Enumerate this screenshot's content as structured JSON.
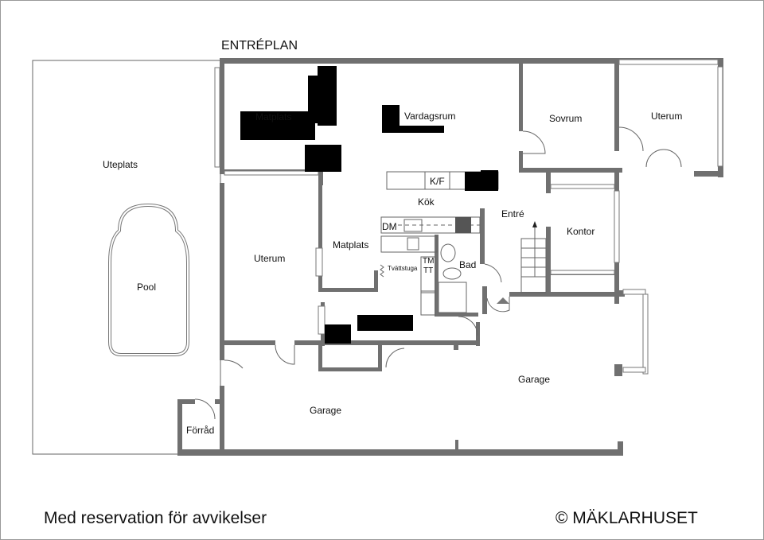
{
  "plan_title": "ENTRÉPLAN",
  "rooms": {
    "matplats_top": "Matplats",
    "vardagsrum": "Vardagsrum",
    "sovrum": "Sovrum",
    "uterum_right": "Uterum",
    "uteplats": "Uteplats",
    "pool": "Pool",
    "kf": "K/F",
    "kok": "Kök",
    "entre": "Entré",
    "kontor": "Kontor",
    "dm": "DM",
    "matplats_mid": "Matplats",
    "uterum_left": "Uterum",
    "tvattstuga": "Tvättstuga",
    "tm": "TM",
    "tt": "TT",
    "bad": "Bad",
    "garage_left": "Garage",
    "garage_right": "Garage",
    "forrad": "Förråd"
  },
  "footer": {
    "disclaimer": "Med reservation för avvikelser",
    "copyright": "© MÄKLARHUSET"
  }
}
